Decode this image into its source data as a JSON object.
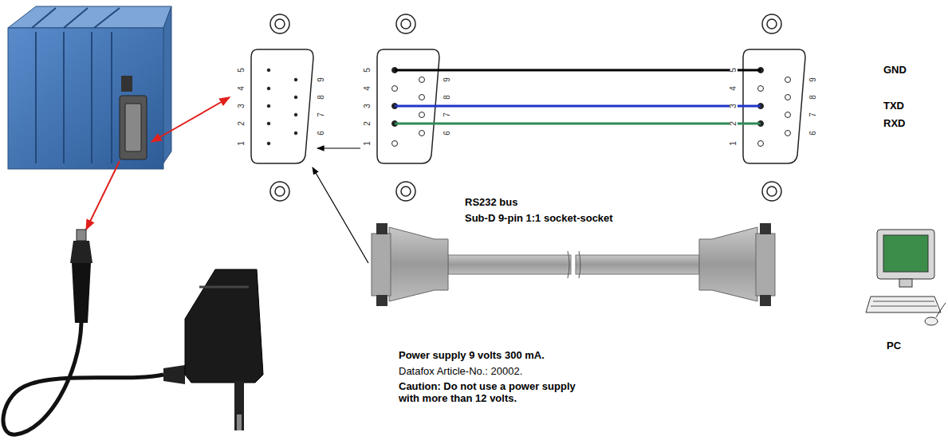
{
  "diagram": {
    "labels": [
      "5",
      "4",
      "3",
      "2",
      "1",
      "9",
      "8",
      "7",
      "6",
      "5",
      "4",
      "3",
      "2",
      "1",
      "9",
      "8",
      "7",
      "6",
      "5",
      "4",
      "3",
      "2",
      "1",
      "9",
      "8",
      "7",
      "6",
      "GND",
      "TXD",
      "RXD",
      "RS232 bus",
      "Sub-D 9-pin 1:1 socket-socket",
      "PC",
      "Power supply 9 volts 300 mA.",
      "Datafox Article-No.: 20002.",
      "Caution: Do not use a power supply with more than 12 volts."
    ]
  }
}
